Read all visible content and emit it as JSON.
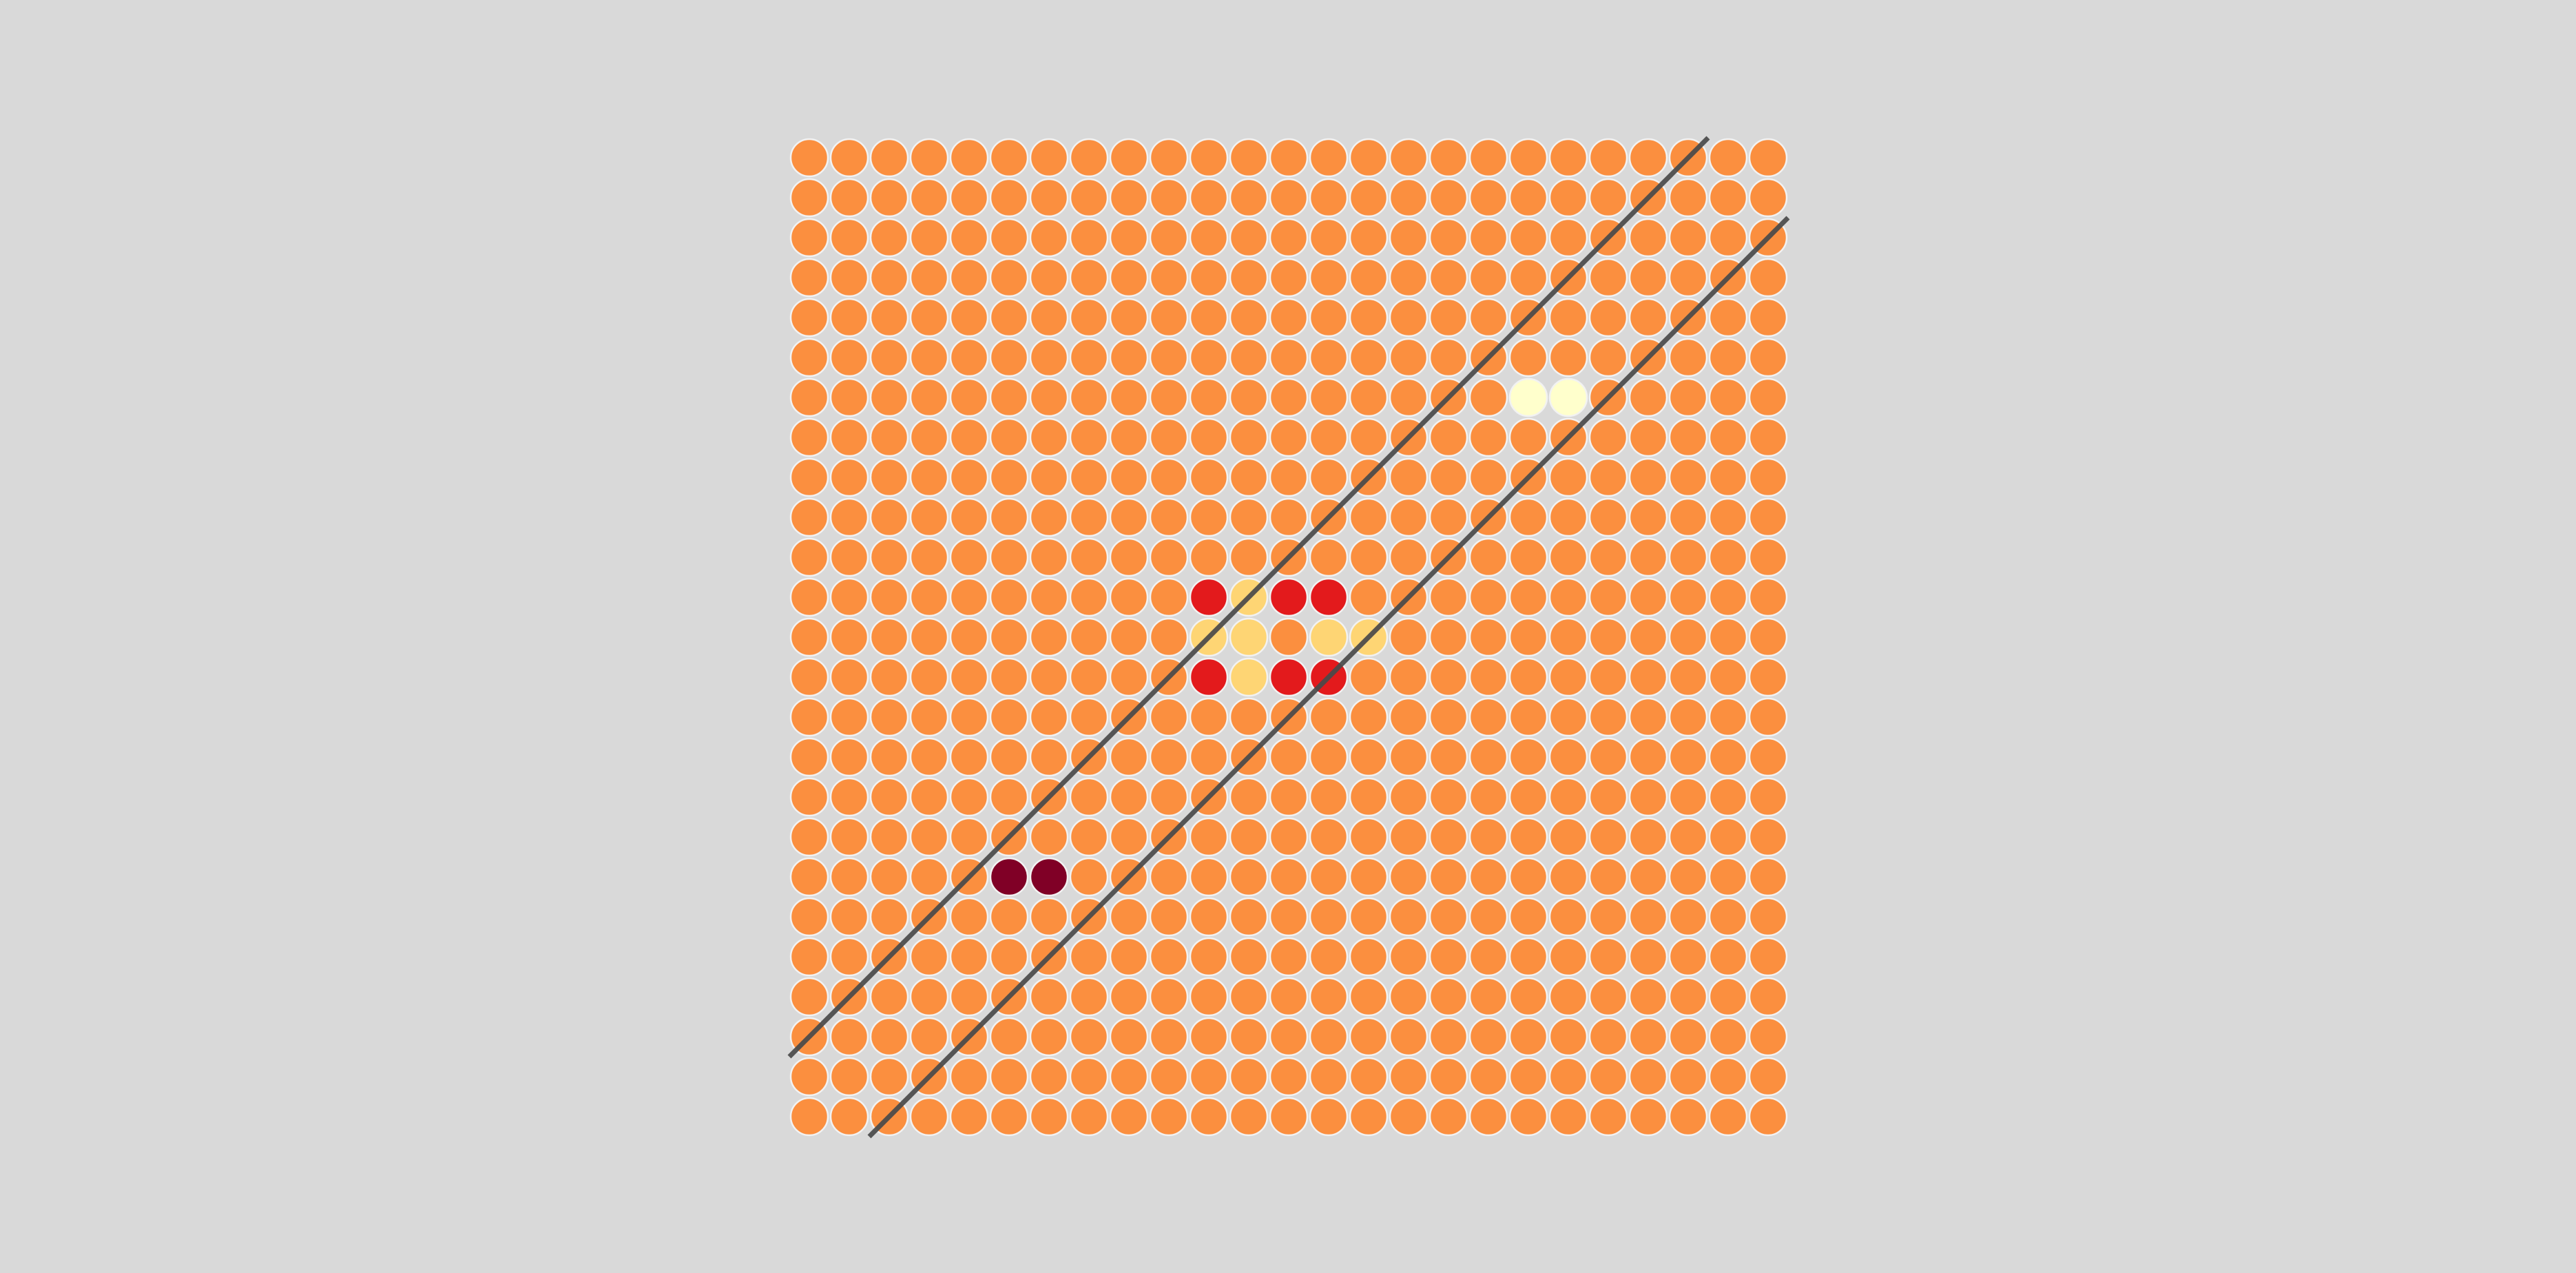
{
  "board": {
    "rows": 25,
    "cols": 25,
    "background": "#d9d9d9",
    "palette": {
      "orange": "#fb8f3f",
      "lightyellow": "#ffffcc",
      "yellow": "#fed574",
      "red": "#e31a1c",
      "maroon": "#800026"
    },
    "default_color": "orange",
    "highlighted_cells": [
      {
        "row": 6,
        "col": 18,
        "color": "lightyellow"
      },
      {
        "row": 6,
        "col": 19,
        "color": "lightyellow"
      },
      {
        "row": 11,
        "col": 10,
        "color": "red"
      },
      {
        "row": 11,
        "col": 11,
        "color": "yellow"
      },
      {
        "row": 11,
        "col": 12,
        "color": "red"
      },
      {
        "row": 11,
        "col": 13,
        "color": "red"
      },
      {
        "row": 12,
        "col": 10,
        "color": "yellow"
      },
      {
        "row": 12,
        "col": 11,
        "color": "yellow"
      },
      {
        "row": 12,
        "col": 13,
        "color": "yellow"
      },
      {
        "row": 12,
        "col": 14,
        "color": "yellow"
      },
      {
        "row": 13,
        "col": 10,
        "color": "red"
      },
      {
        "row": 13,
        "col": 11,
        "color": "yellow"
      },
      {
        "row": 13,
        "col": 12,
        "color": "red"
      },
      {
        "row": 13,
        "col": 13,
        "color": "red"
      },
      {
        "row": 18,
        "col": 5,
        "color": "maroon"
      },
      {
        "row": 18,
        "col": 6,
        "color": "maroon"
      }
    ],
    "guide_lines": [
      {
        "from": {
          "row": -0.5,
          "col": 22.5
        },
        "to": {
          "row": 22.5,
          "col": -0.5
        },
        "color": "#4a4a4a"
      },
      {
        "from": {
          "row": 1.5,
          "col": 24.5
        },
        "to": {
          "row": 24.5,
          "col": 1.5
        },
        "color": "#4a4a4a"
      }
    ]
  }
}
